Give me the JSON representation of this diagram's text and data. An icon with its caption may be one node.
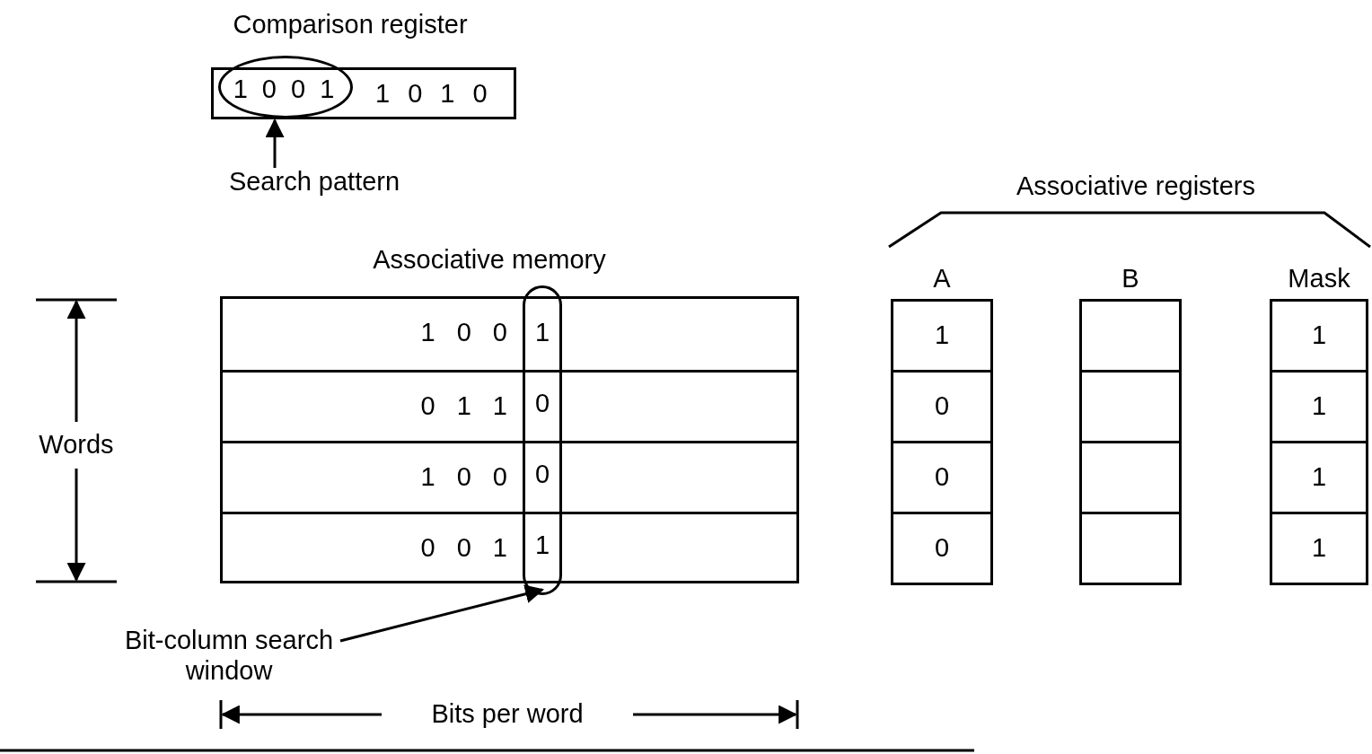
{
  "diagram": {
    "nodes": [
      {
        "text": [
          "Comparison register",
          "1 0 1 0"
        ]
      },
      {
        "text": [
          "1 0 0 1"
        ],
        "in": 0
      },
      {
        "text": [
          "Search pattern"
        ]
      },
      {
        "text": [
          "Associative memory"
        ]
      },
      {
        "text": [
          "1 0 0"
        ],
        "in": 3
      },
      {
        "text": [
          "0 1 1"
        ],
        "in": 3
      },
      {
        "text": [
          "1 0 0"
        ],
        "in": 3
      },
      {
        "text": [
          "0 0 1"
        ],
        "in": 3
      },
      {
        "text": [
          "1",
          "0",
          "0",
          "1"
        ]
      },
      {
        "text": [
          "Bit-column search window"
        ]
      },
      {
        "text": [
          "A"
        ]
      },
      {
        "text": [
          "1"
        ],
        "in": 10
      },
      {
        "text": [
          "0"
        ],
        "in": 10
      },
      {
        "text": [
          "0"
        ],
        "in": 10
      },
      {
        "text": [
          "0"
        ],
        "in": 10
      },
      {
        "text": [
          "B"
        ]
      },
      {
        "text": [],
        "shape": "box",
        "in": 15
      },
      {
        "text": [],
        "shape": "box",
        "in": 15
      },
      {
        "text": [],
        "shape": "box",
        "in": 15
      },
      {
        "text": [],
        "shape": "box",
        "in": 15
      },
      {
        "text": [
          "Mask"
        ]
      },
      {
        "text": [
          "1"
        ],
        "in": 20
      },
      {
        "text": [
          "1"
        ],
        "in": 20
      },
      {
        "text": [
          "1"
        ],
        "in": 20
      },
      {
        "text": [
          "1"
        ],
        "in": 20
      }
    ],
    "edges": [
      {
        "from": 2,
        "to": 1,
        "arrow": "to"
      },
      {
        "from": 9,
        "to": 8,
        "arrow": "to"
      }
    ],
    "labels": [
      "Associative registers",
      "Words",
      "Bits per word"
    ]
  }
}
